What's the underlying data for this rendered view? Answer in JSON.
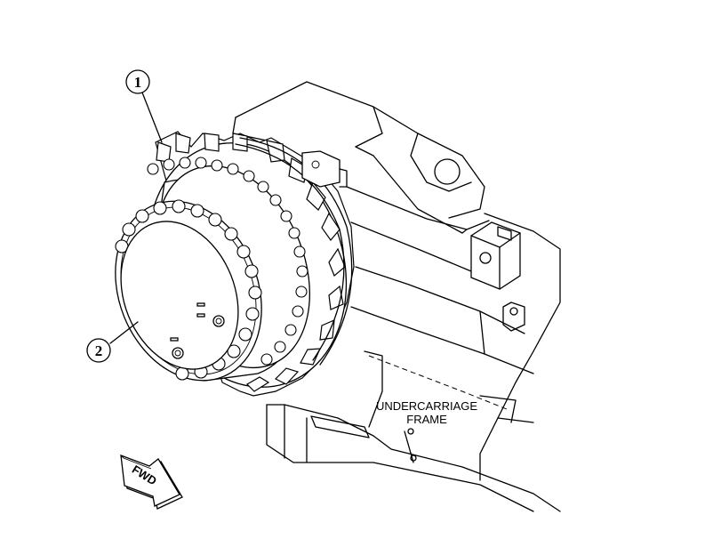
{
  "callouts": [
    {
      "number": "1"
    },
    {
      "number": "2"
    }
  ],
  "frame_label": {
    "line1": "UNDERCARRIAGE",
    "line2": "FRAME"
  },
  "direction_arrow": {
    "label": "FWD"
  },
  "colors": {
    "line": "#000000",
    "background": "#ffffff"
  }
}
